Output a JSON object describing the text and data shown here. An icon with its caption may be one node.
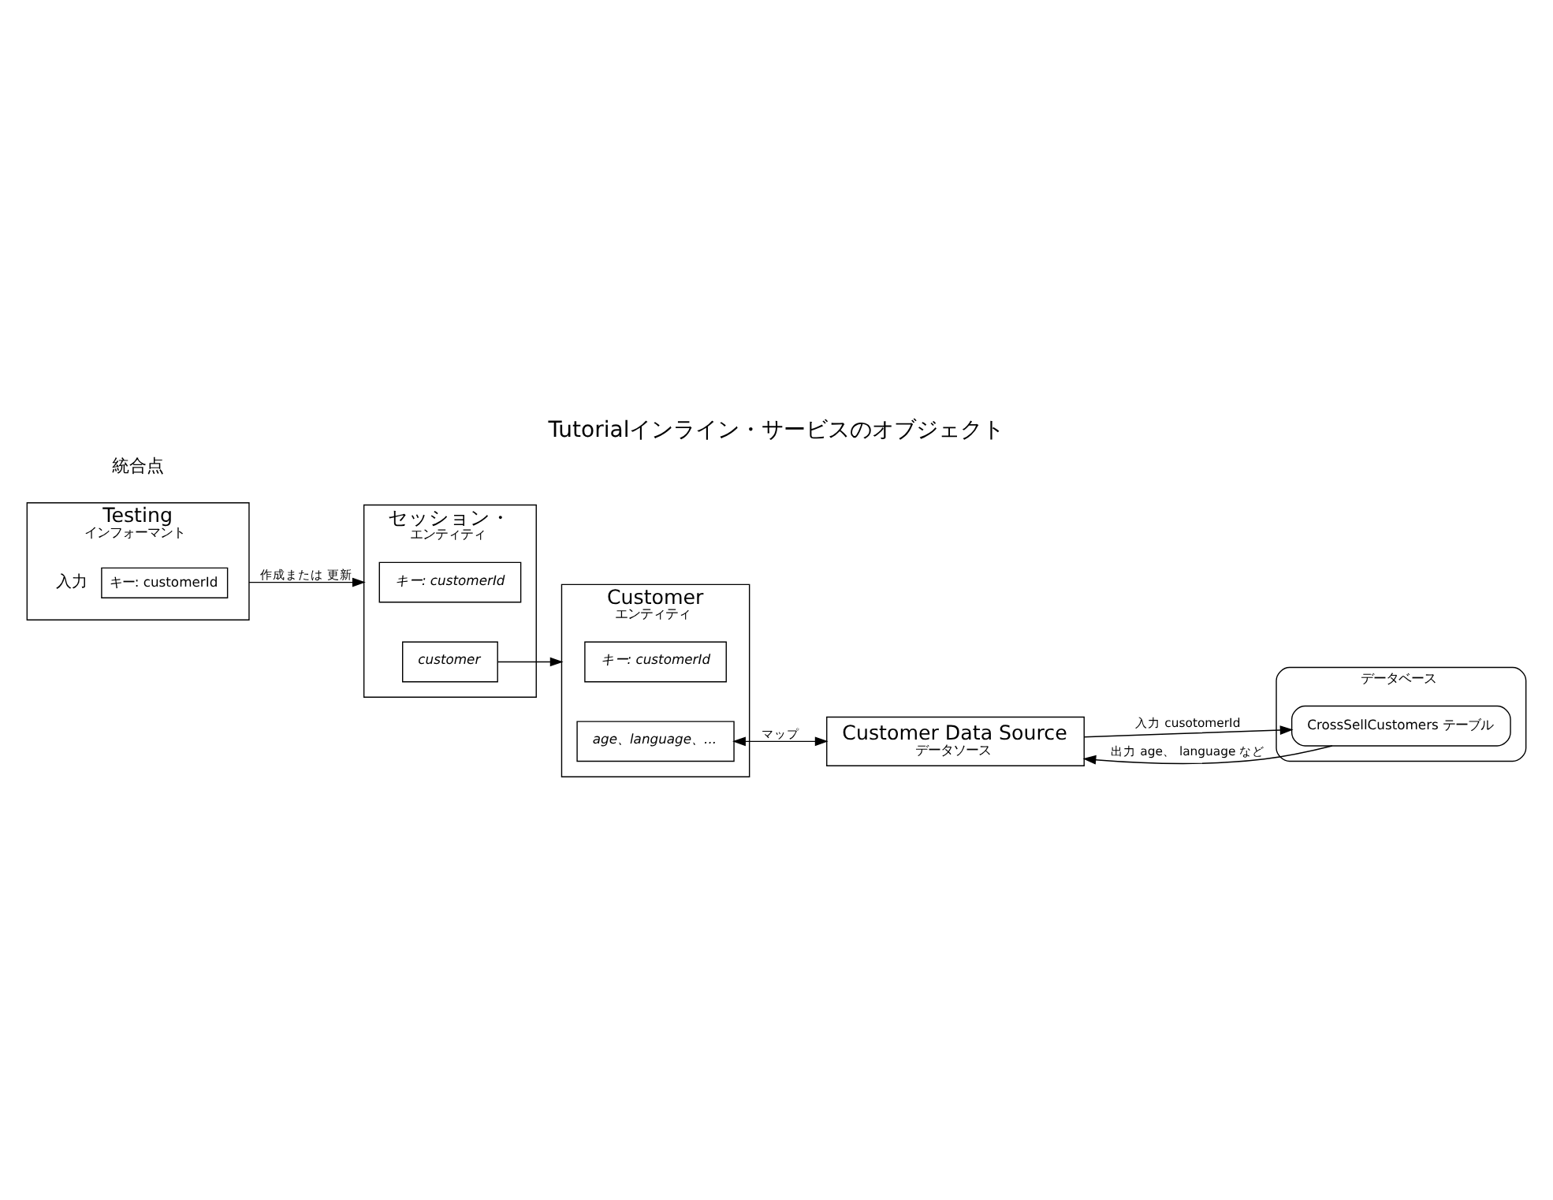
{
  "diagram": {
    "title": "Tutorialインライン・サービスのオブジェクト",
    "nodes": [
      {
        "text": [
          "Testing",
          "インフォーマント"
        ]
      },
      {
        "text": [
          "キー: customerId"
        ],
        "in": 0,
        "beside": [
          "入力"
        ]
      },
      {
        "text": [
          "セッション・",
          "エンティティ"
        ]
      },
      {
        "text": [
          "キー: customerId"
        ],
        "in": 2
      },
      {
        "text": [
          "customer"
        ],
        "in": 2
      },
      {
        "text": [
          "Customer",
          "エンティティ"
        ]
      },
      {
        "text": [
          "キー: customerId"
        ],
        "in": 5
      },
      {
        "text": [
          "age、language、..."
        ],
        "in": 5
      },
      {
        "text": [
          "Customer Data Source",
          "データソース"
        ]
      },
      {
        "text": [
          "データベース"
        ]
      },
      {
        "text": [
          "CrossSellCustomers テーブル"
        ],
        "in": 9
      }
    ],
    "edges": [
      {
        "from": 0,
        "to": 2,
        "arrow": "to",
        "label": "作成または 更新"
      },
      {
        "from": 4,
        "to": 5,
        "arrow": "to"
      },
      {
        "from": 7,
        "to": 8,
        "arrow": "both",
        "label": "マップ"
      },
      {
        "from": 8,
        "to": 10,
        "arrow": "to",
        "label": "入力 cusotomerId"
      },
      {
        "from": 10,
        "to": 8,
        "arrow": "to",
        "label": "出力 age、 language など"
      }
    ],
    "labels": [
      "統合点"
    ]
  }
}
